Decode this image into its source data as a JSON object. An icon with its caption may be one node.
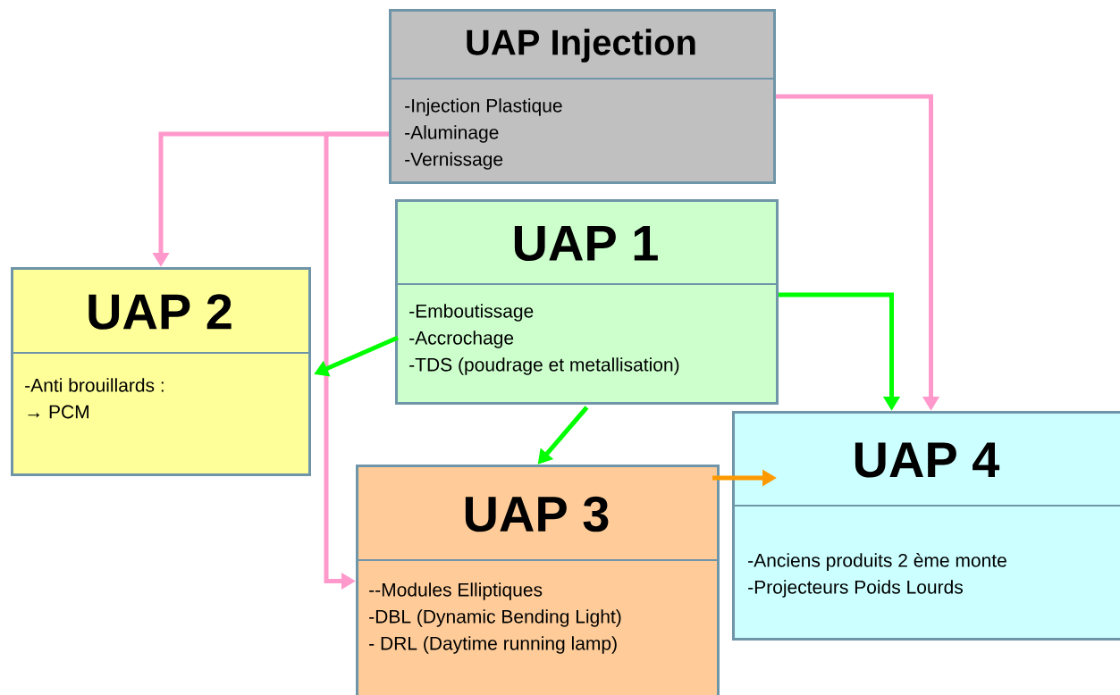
{
  "diagram": {
    "nodes": [
      {
        "text": [
          "UAP Injection",
          "-Injection Plastique",
          "-Aluminage",
          "-Vernissage"
        ]
      },
      {
        "text": [
          "UAP 1",
          "-Emboutissage",
          "-Accrochage",
          "-TDS (poudrage et metallisation)"
        ]
      },
      {
        "text": [
          "UAP 2",
          "-Anti brouillards :",
          "→ PCM"
        ]
      },
      {
        "text": [
          "UAP 3",
          "--Modules Elliptiques",
          "-DBL (Dynamic Bending Light)",
          "- DRL (Daytime running lamp)"
        ]
      },
      {
        "text": [
          "UAP 4",
          "-Anciens produits 2 ème monte",
          "-Projecteurs Poids Lourds"
        ]
      }
    ],
    "edges": [
      {
        "from": 0,
        "to": 2,
        "arrow": "to",
        "color": "#ff99cc"
      },
      {
        "from": 0,
        "to": 3,
        "arrow": "to",
        "color": "#ff99cc"
      },
      {
        "from": 0,
        "to": 4,
        "arrow": "to",
        "color": "#ff99cc"
      },
      {
        "from": 1,
        "to": 2,
        "arrow": "to",
        "color": "#00ff00"
      },
      {
        "from": 1,
        "to": 3,
        "arrow": "to",
        "color": "#00ff00"
      },
      {
        "from": 1,
        "to": 4,
        "arrow": "to",
        "color": "#00ff00"
      },
      {
        "from": 3,
        "to": 4,
        "arrow": "to",
        "color": "#ff9900"
      }
    ]
  }
}
